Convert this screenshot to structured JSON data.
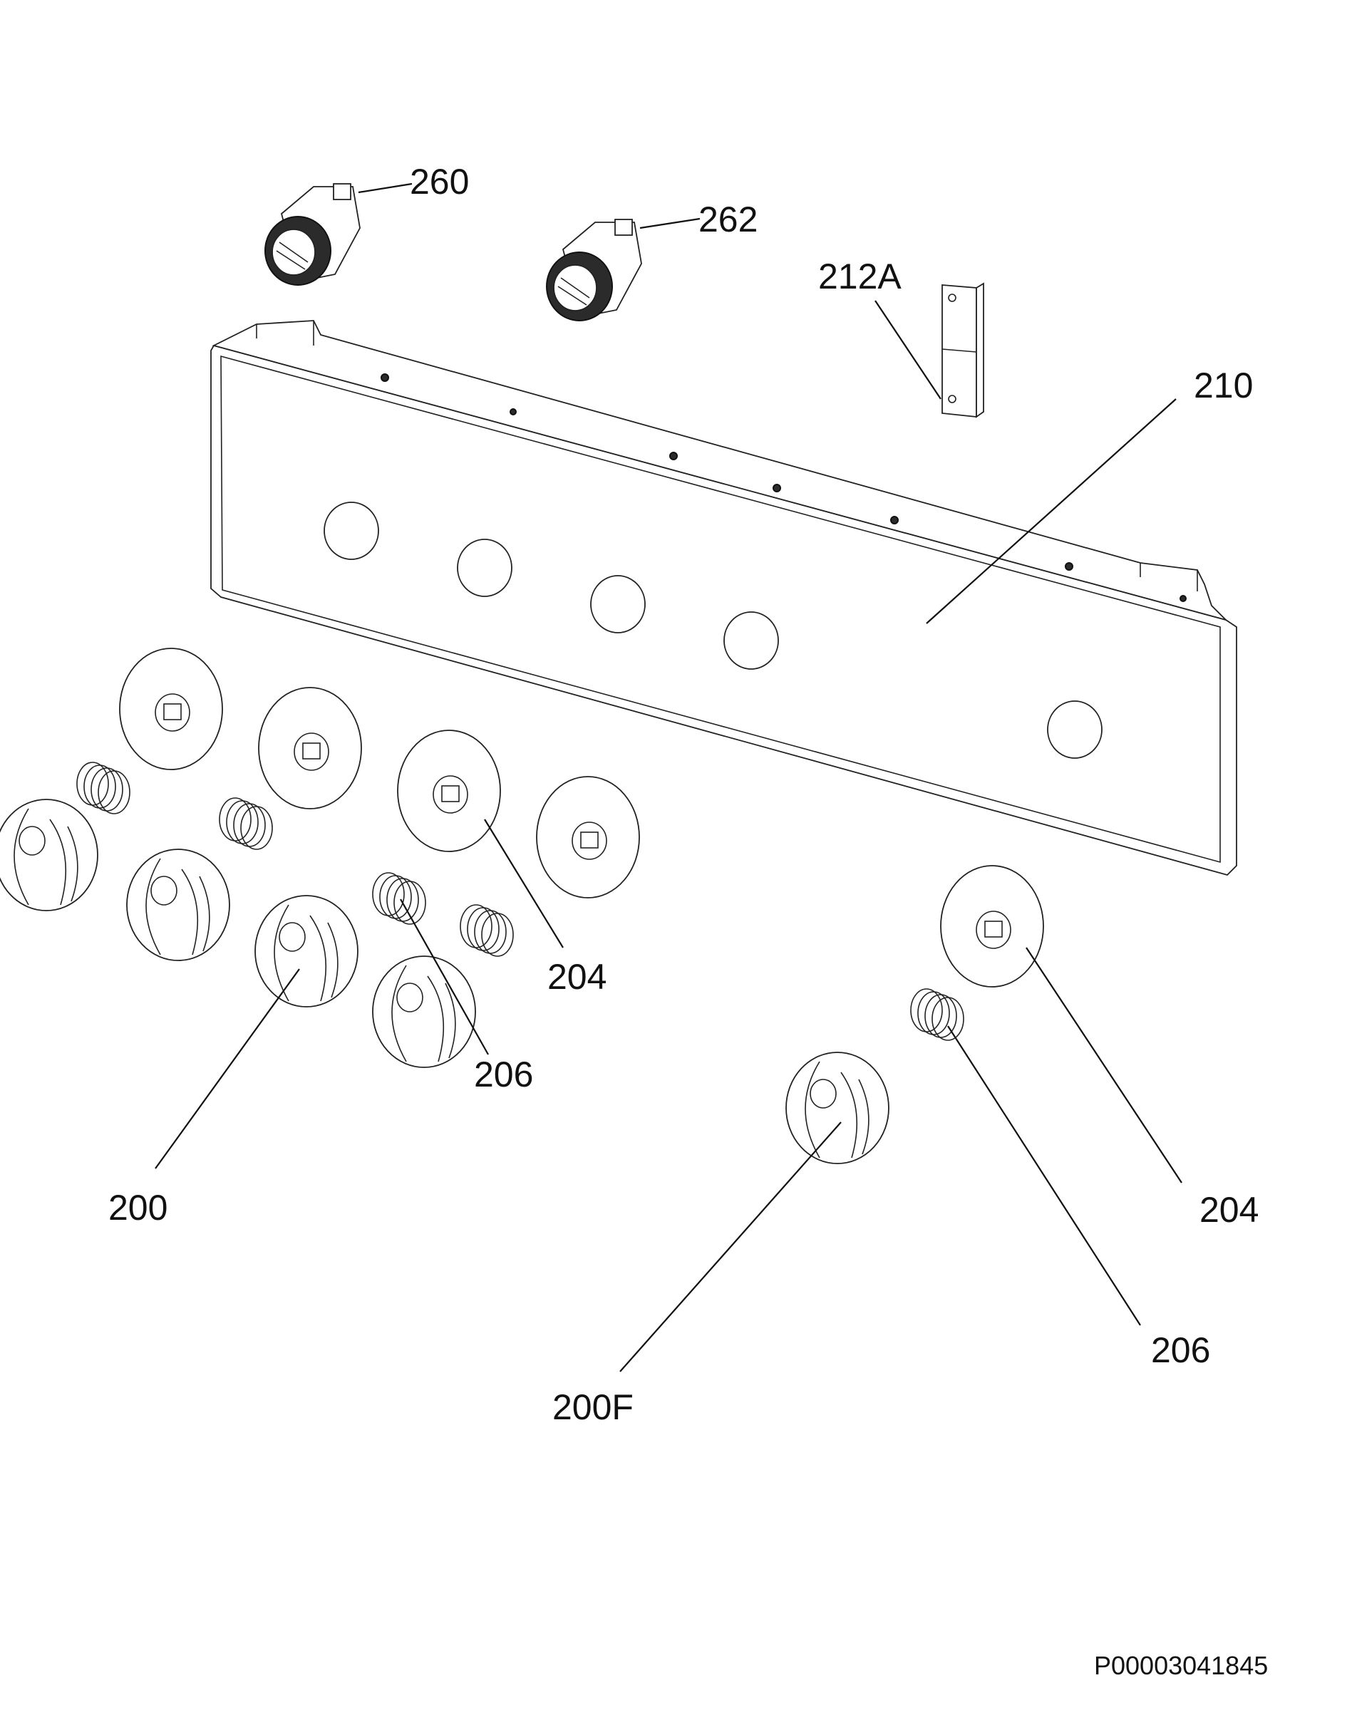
{
  "labels": {
    "l260": "260",
    "l262": "262",
    "l212a": "212A",
    "l210": "210",
    "l204a": "204",
    "l206a": "206",
    "l200": "200",
    "l204b": "204",
    "l206b": "206",
    "l200f": "200F"
  },
  "drawing_code": "P00003041845"
}
